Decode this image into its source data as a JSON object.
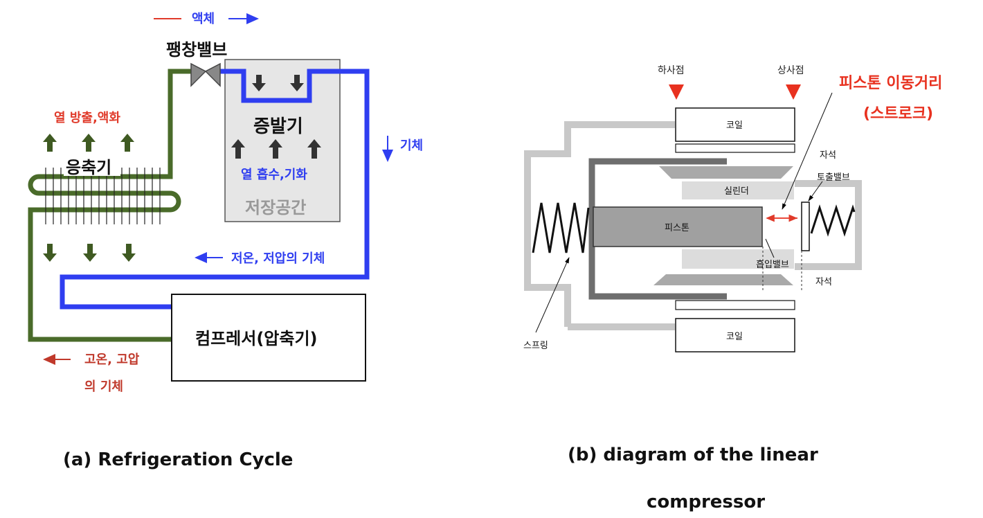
{
  "panel_a": {
    "caption": "(a) Refrigeration Cycle",
    "legend_liquid": "액체",
    "expansion_valve": "팽창밸브",
    "heat_release": "열 방출,액화",
    "condenser": "응축기",
    "evaporator": "증발기",
    "heat_absorb": "열 흡수,기화",
    "storage": "저장공간",
    "gas": "기체",
    "low_gas": "저온, 저압의 기체",
    "compressor": "컴프레서(압축기)",
    "high_gas_line1": "고온, 고압",
    "high_gas_line2": "의 기체"
  },
  "panel_b": {
    "caption_line1": "(b) diagram of the linear",
    "caption_line2": "compressor",
    "bdc": "하사점",
    "tdc": "상사점",
    "stroke_line1": "피스톤 이동거리",
    "stroke_line2": "(스트로크)",
    "coil_top": "코일",
    "coil_bottom": "코일",
    "magnet_top": "자석",
    "magnet_bottom": "자석",
    "cylinder": "실린더",
    "discharge_valve": "토출밸브",
    "piston": "피스톤",
    "suction_valve": "흡입밸브",
    "spring": "스프링"
  },
  "colors": {
    "liquid_pipe": "#4a6b2a",
    "gas_pipe": "#2f3ef0",
    "heat_red": "#e03a2a",
    "blue_text": "#2f3ef0",
    "dark_red": "#c0392b",
    "arrow_dark": "#333333"
  }
}
